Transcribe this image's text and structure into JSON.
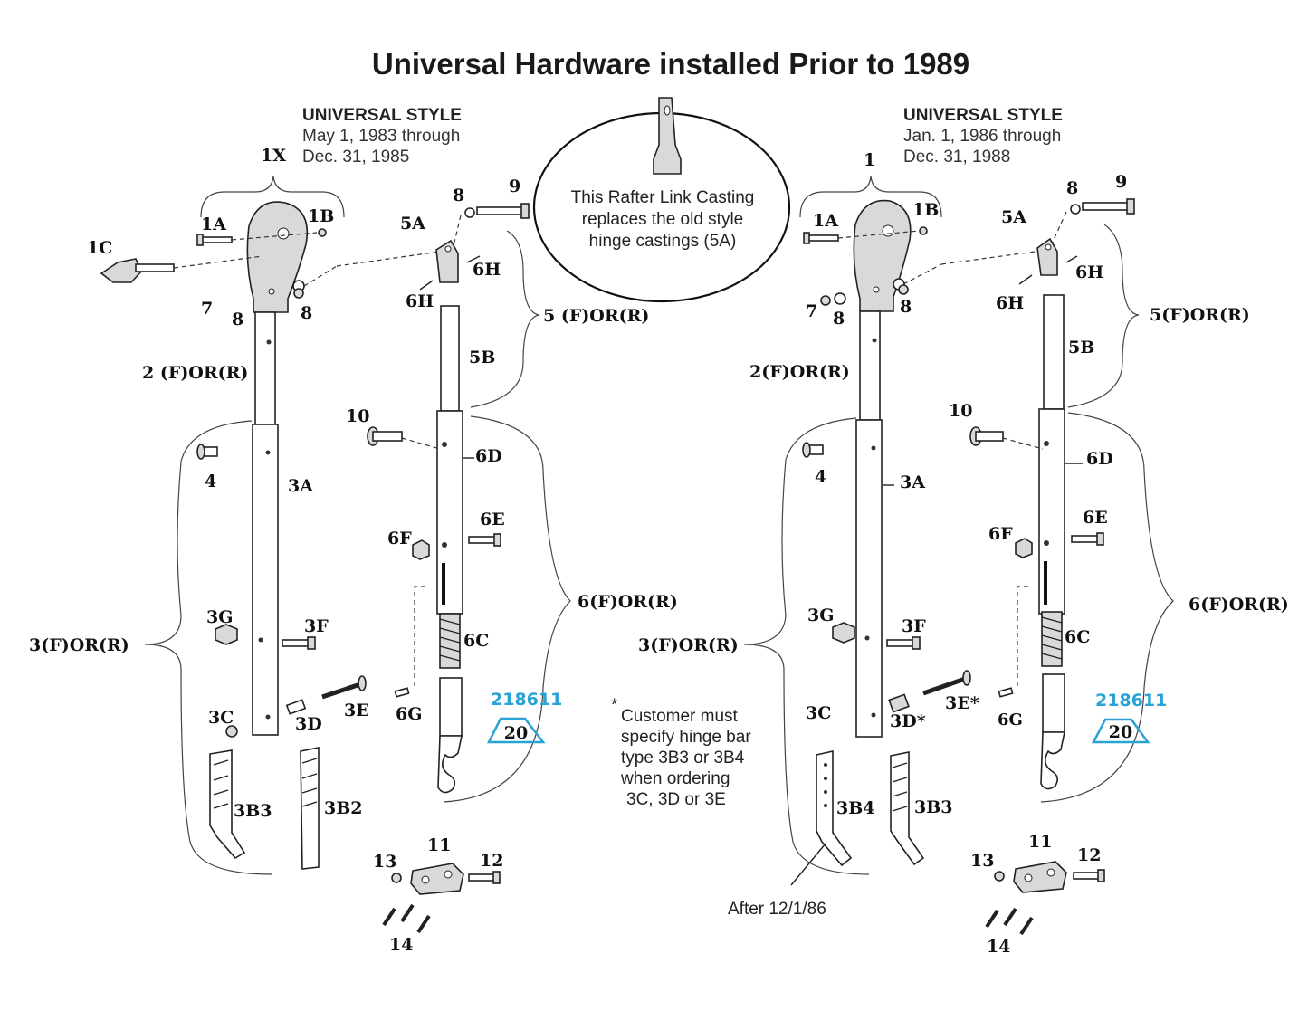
{
  "title": "Universal Hardware installed Prior to 1989",
  "left_panel": {
    "header": "UNIVERSAL STYLE",
    "date_line1": "May 1, 1983  through",
    "date_line2": "Dec.  31, 1985",
    "labels": {
      "l1X": "1X",
      "l1A": "1A",
      "l1B": "1B",
      "l1C": "1C",
      "l7": "7",
      "l8a": "8",
      "l8b": "8",
      "l2": "2 (F)OR(R)",
      "l4": "4",
      "l3A": "3A",
      "l3G": "3G",
      "l3F": "3F",
      "l3FR": "3(F)OR(R)",
      "l3C": "3C",
      "l3D": "3D",
      "l3E": "3E",
      "l3B3": "3B3",
      "l3B2": "3B2",
      "l8c": "8",
      "l9": "9",
      "l5A": "5A",
      "l6Ha": "6H",
      "l6Hb": "6H",
      "l5FR": "5 (F)OR(R)",
      "l5B": "5B",
      "l10": "10",
      "l6D": "6D",
      "l6E": "6E",
      "l6F": "6F",
      "l6FR": "6(F)OR(R)",
      "l6C": "6C",
      "l6G": "6G",
      "l11": "11",
      "l12": "12",
      "l13": "13",
      "l14": "14",
      "part_no": "218611",
      "qty": "20"
    }
  },
  "callout": {
    "line1": "This Rafter Link Casting",
    "line2": "replaces the old style",
    "line3": "hinge castings (5A)"
  },
  "note": {
    "star": "*",
    "line1": "Customer must",
    "line2": "specify hinge bar",
    "line3": "type 3B3 or 3B4",
    "line4": "when ordering",
    "line5": "3C, 3D or 3E"
  },
  "right_panel": {
    "header": "UNIVERSAL STYLE",
    "date_line1": "Jan. 1, 1986  through",
    "date_line2": "Dec.  31, 1988",
    "labels": {
      "l1": "1",
      "l1A": "1A",
      "l1B": "1B",
      "l7": "7",
      "l8a": "8",
      "l8b": "8",
      "l2": "2(F)OR(R)",
      "l4": "4",
      "l3A": "3A",
      "l3G": "3G",
      "l3F": "3F",
      "l3FR": "3(F)OR(R)",
      "l3C": "3C",
      "l3D": "3D*",
      "l3E": "3E*",
      "l3B4": "3B4",
      "l3B3": "3B3",
      "after": "After 12/1/86",
      "l8c": "8",
      "l9": "9",
      "l5A": "5A",
      "l6Ha": "6H",
      "l6Hb": "6H",
      "l5FR": "5(F)OR(R)",
      "l5B": "5B",
      "l10": "10",
      "l6D": "6D",
      "l6E": "6E",
      "l6F": "6F",
      "l6FR": "6(F)OR(R)",
      "l6C": "6C",
      "l6G": "6G",
      "l11": "11",
      "l12": "12",
      "l13": "13",
      "l14": "14",
      "part_no": "218611",
      "qty": "20"
    }
  },
  "colors": {
    "accent_blue": "#29a3d6",
    "ink": "#222222"
  }
}
